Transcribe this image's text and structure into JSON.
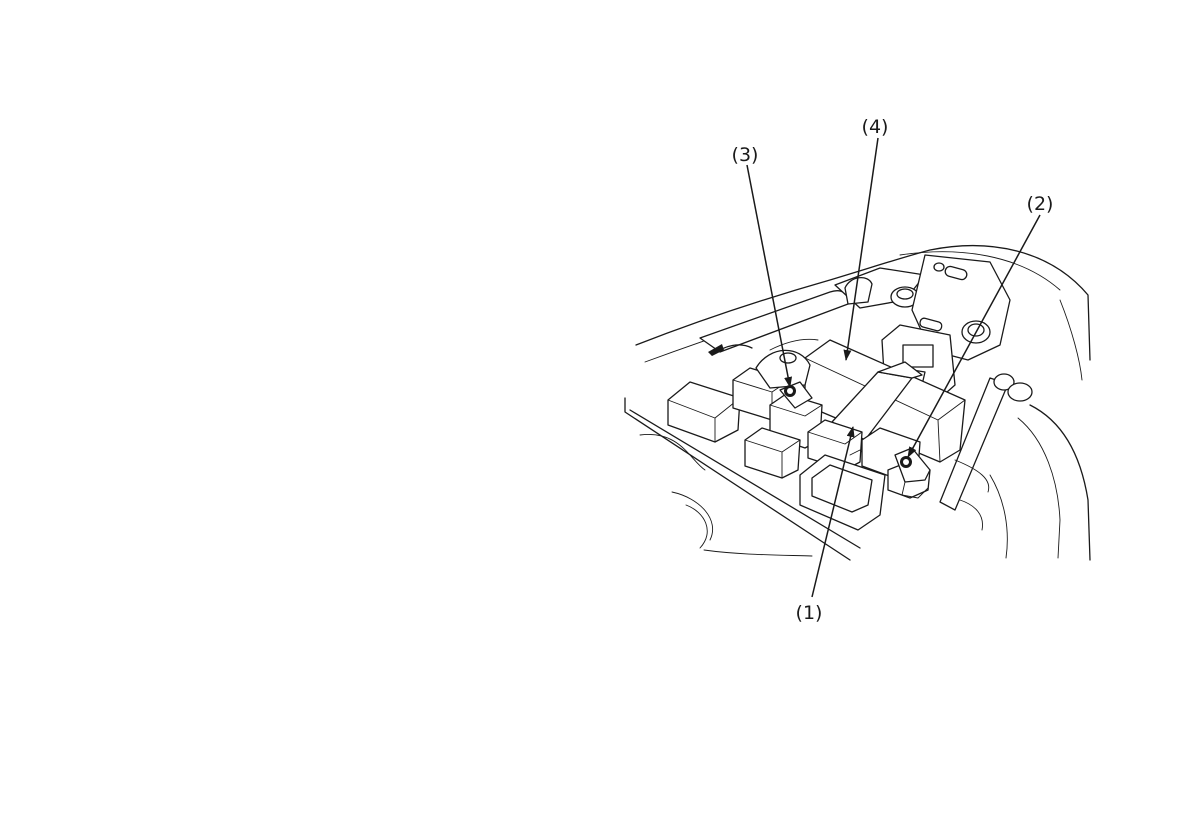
{
  "figure": {
    "callouts": [
      {
        "id": "1",
        "text": "(1)"
      },
      {
        "id": "2",
        "text": "(2)"
      },
      {
        "id": "3",
        "text": "(3)"
      },
      {
        "id": "4",
        "text": "(4)"
      }
    ]
  }
}
